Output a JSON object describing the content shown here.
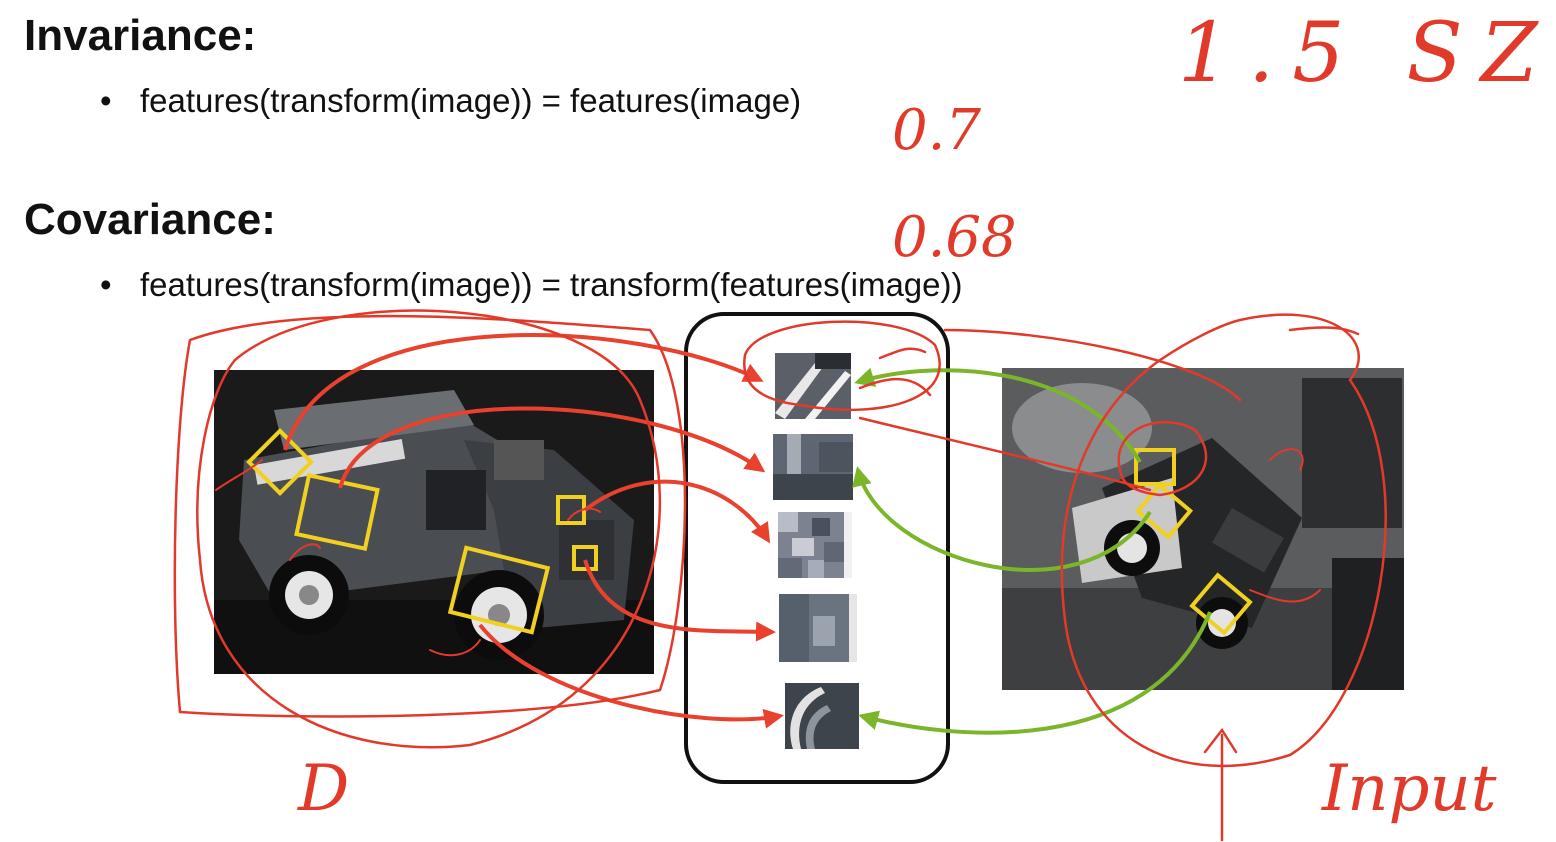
{
  "invariance": {
    "heading": "Invariance:",
    "bullet": "features(transform(image)) = features(image)"
  },
  "covariance": {
    "heading": "Covariance:",
    "bullet": "features(transform(image)) = transform(features(image))"
  },
  "bullet_glyph": "•",
  "figure": {
    "left_image": "toy truck photo (original view)",
    "right_image": "toy truck photo (rotated, cluttered view)",
    "patch_count": 5
  },
  "annotations": {
    "top_right_note": "1.5 SZ",
    "value_1": "0.7",
    "value_2": "0.68",
    "left_label": "D",
    "right_label": "Input"
  },
  "colors": {
    "arrow_left": "#e8412e",
    "arrow_right": "#7ab52a",
    "feature_box": "#f0d020",
    "ink": "#e23a2a"
  }
}
